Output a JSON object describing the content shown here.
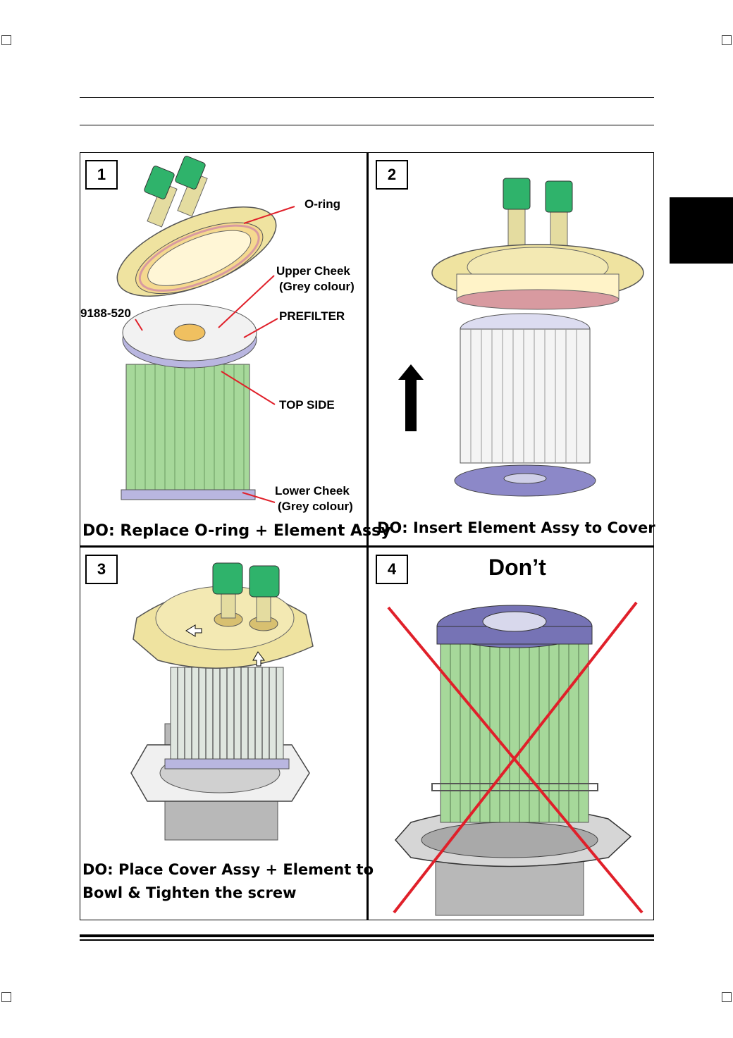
{
  "panels": [
    {
      "number": "1",
      "caption": "DO: Replace O-ring + Element Assy",
      "labels": {
        "oring": "O-ring",
        "upper_cheek_1": "Upper Cheek",
        "upper_cheek_2": "(Grey colour)",
        "part_no": "9188-520",
        "prefilter": "PREFILTER",
        "top_side": "TOP SIDE",
        "lower_cheek_1": "Lower Cheek",
        "lower_cheek_2": "(Grey colour)"
      }
    },
    {
      "number": "2",
      "caption": "DO: Insert Element Assy to Cover"
    },
    {
      "number": "3",
      "caption_line1": "DO: Place Cover Assy + Element to",
      "caption_line2": "Bowl & Tighten the screw"
    },
    {
      "number": "4",
      "heading": "Don’t"
    }
  ],
  "colors": {
    "callout_red": "#e0202a",
    "filter_green": "#a6d89a",
    "cap_green": "#2fb36b",
    "cover_yellow": "#efe3a0",
    "cheek_purple": "#b9b6e0"
  }
}
